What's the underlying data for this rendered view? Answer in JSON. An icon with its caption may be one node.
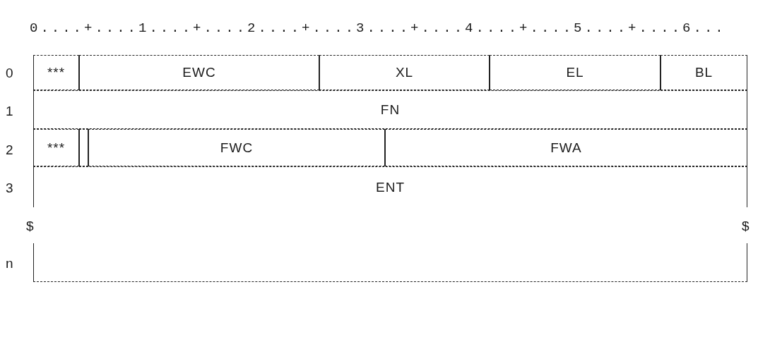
{
  "diagram": {
    "nodes": [
      {
        "text": [
          "***"
        ]
      },
      {
        "text": [
          "EWC"
        ]
      },
      {
        "text": [
          "XL"
        ]
      },
      {
        "text": [
          "EL"
        ]
      },
      {
        "text": [
          "BL"
        ]
      },
      {
        "text": [
          "FN"
        ]
      },
      {
        "text": [
          "***"
        ]
      },
      {
        "text": [],
        "shape": "box"
      },
      {
        "text": [
          "FWC"
        ]
      },
      {
        "text": [
          "FWA"
        ]
      },
      {
        "text": [
          "ENT"
        ]
      },
      {
        "text": [],
        "shape": "box"
      }
    ],
    "labels": [
      "0....+....1....+....2....+....3....+....4....+....5....+....6...",
      "0",
      "1",
      "2",
      "3",
      "$",
      "$",
      "n"
    ]
  }
}
